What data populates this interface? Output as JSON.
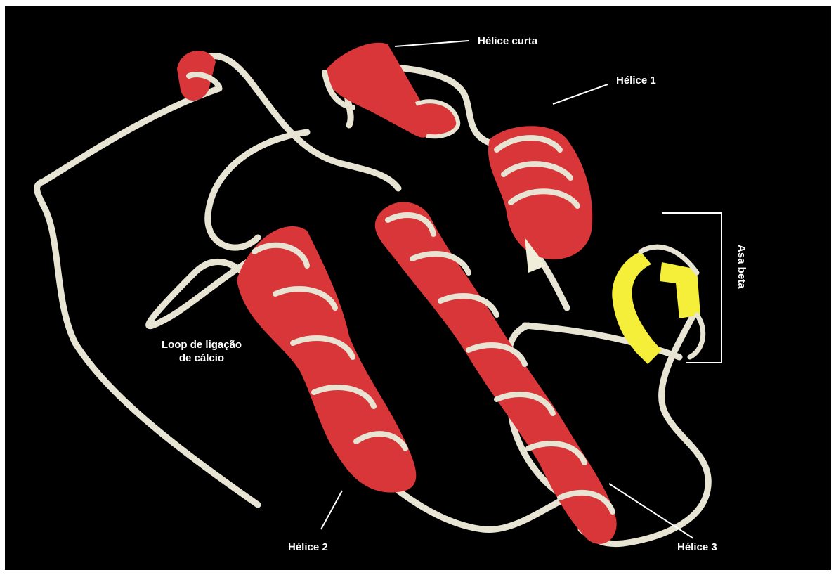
{
  "labels": {
    "helice_curta": "Hélice curta",
    "helice_1": "Hélice 1",
    "asa_beta": "Asa beta",
    "loop_line1": "Loop de ligação",
    "loop_line2": "de cálcio",
    "helice_2": "Hélice 2",
    "helice_3": "Hélice 3"
  },
  "colors": {
    "background": "#000000",
    "frame": "#ffffff",
    "helix": "#d9363a",
    "helix_dark": "#8f1d21",
    "coil": "#e8e4d4",
    "beta": "#f5ef3a",
    "label": "#ffffff"
  }
}
